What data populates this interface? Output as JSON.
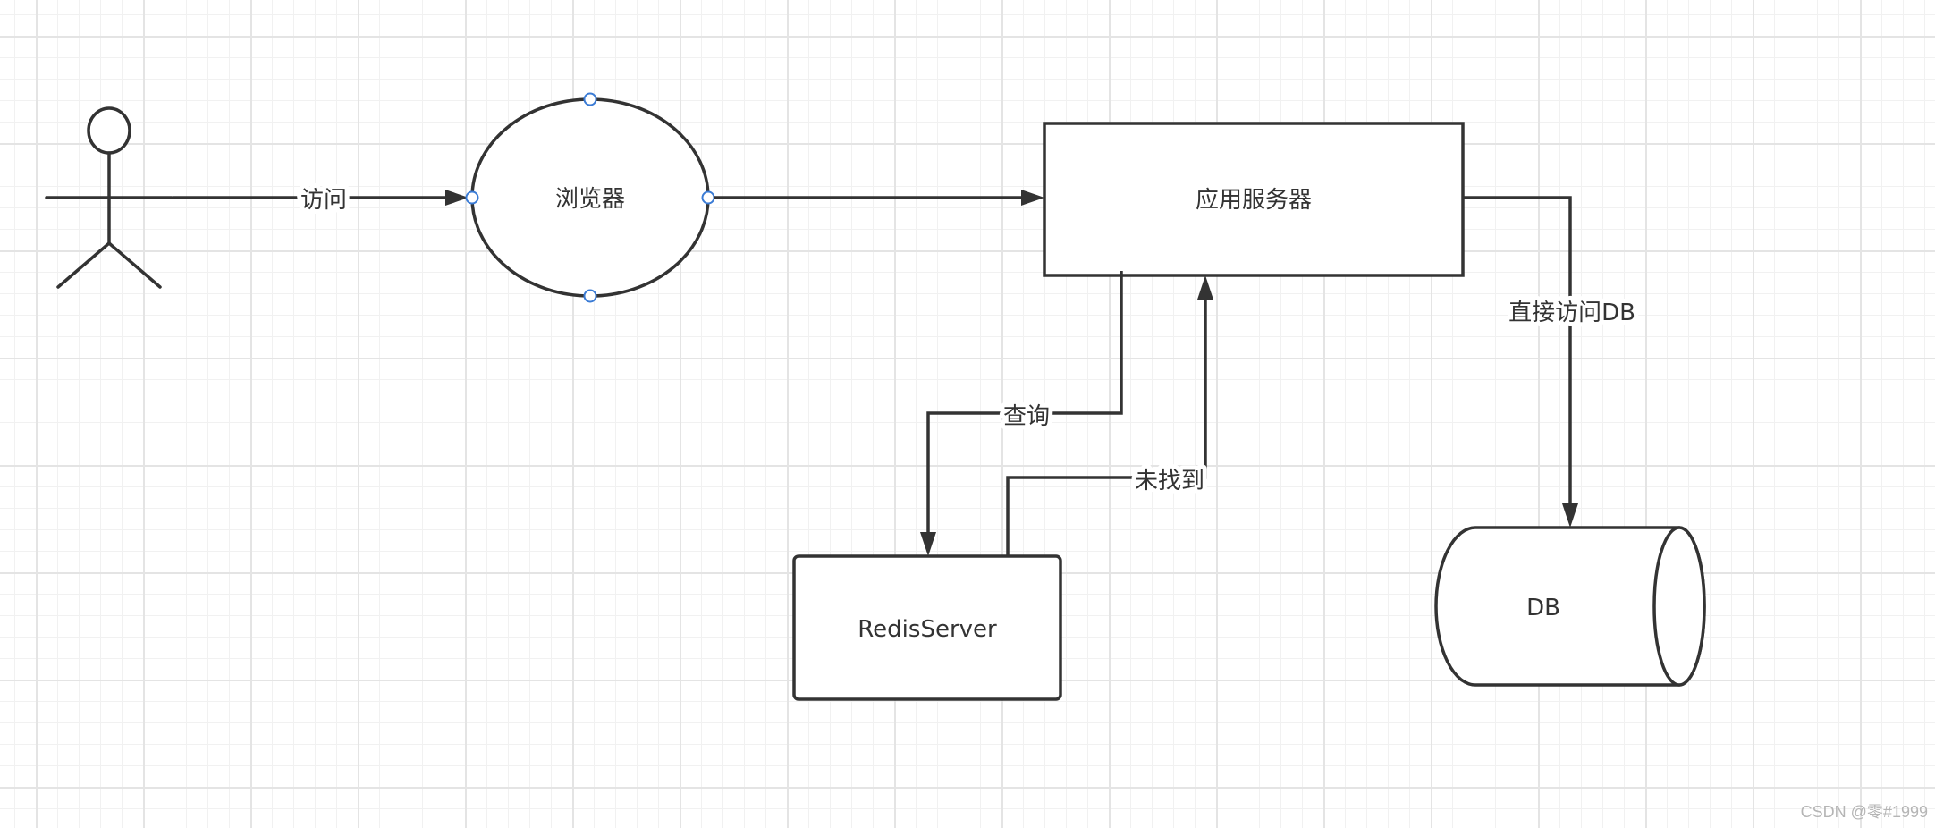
{
  "diagram": {
    "actor": {
      "label": ""
    },
    "browser": {
      "label": "浏览器"
    },
    "app_server": {
      "label": "应用服务器"
    },
    "redis": {
      "label": "RedisServer"
    },
    "db": {
      "label": "DB"
    },
    "edges": {
      "visit": "访问",
      "query": "查询",
      "not_found": "未找到",
      "direct_db": "直接访问DB"
    }
  },
  "watermark": "CSDN @零#1999",
  "colors": {
    "stroke": "#333333",
    "handle": "#3a7bd5",
    "grid_major": "#e4e4e4",
    "grid_minor": "#f1f1f1"
  }
}
